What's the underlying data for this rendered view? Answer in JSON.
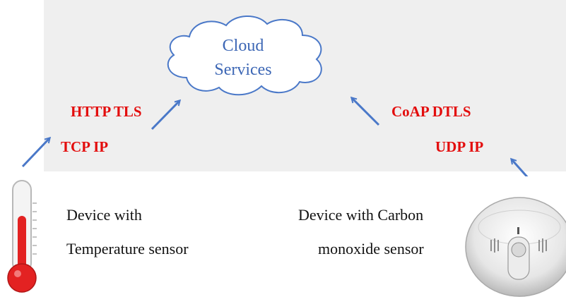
{
  "cloud": {
    "line1": "Cloud",
    "line2": "Services"
  },
  "protocols": {
    "left_upper": "HTTP TLS",
    "left_lower": "TCP IP",
    "right_upper": "CoAP DTLS",
    "right_lower": "UDP IP"
  },
  "devices": {
    "left_line1": "Device with",
    "left_line2": "Temperature sensor",
    "right_line1": "Device with Carbon",
    "right_line2": "monoxide sensor"
  },
  "colors": {
    "cloud_text": "#3d67b5",
    "protocol_text": "#e30d0d",
    "arrow": "#4a78c8",
    "thermometer_fill": "#e32222"
  },
  "icons": {
    "left_device": "thermometer-icon",
    "right_device": "carbon-monoxide-detector-icon",
    "center": "cloud-icon"
  }
}
